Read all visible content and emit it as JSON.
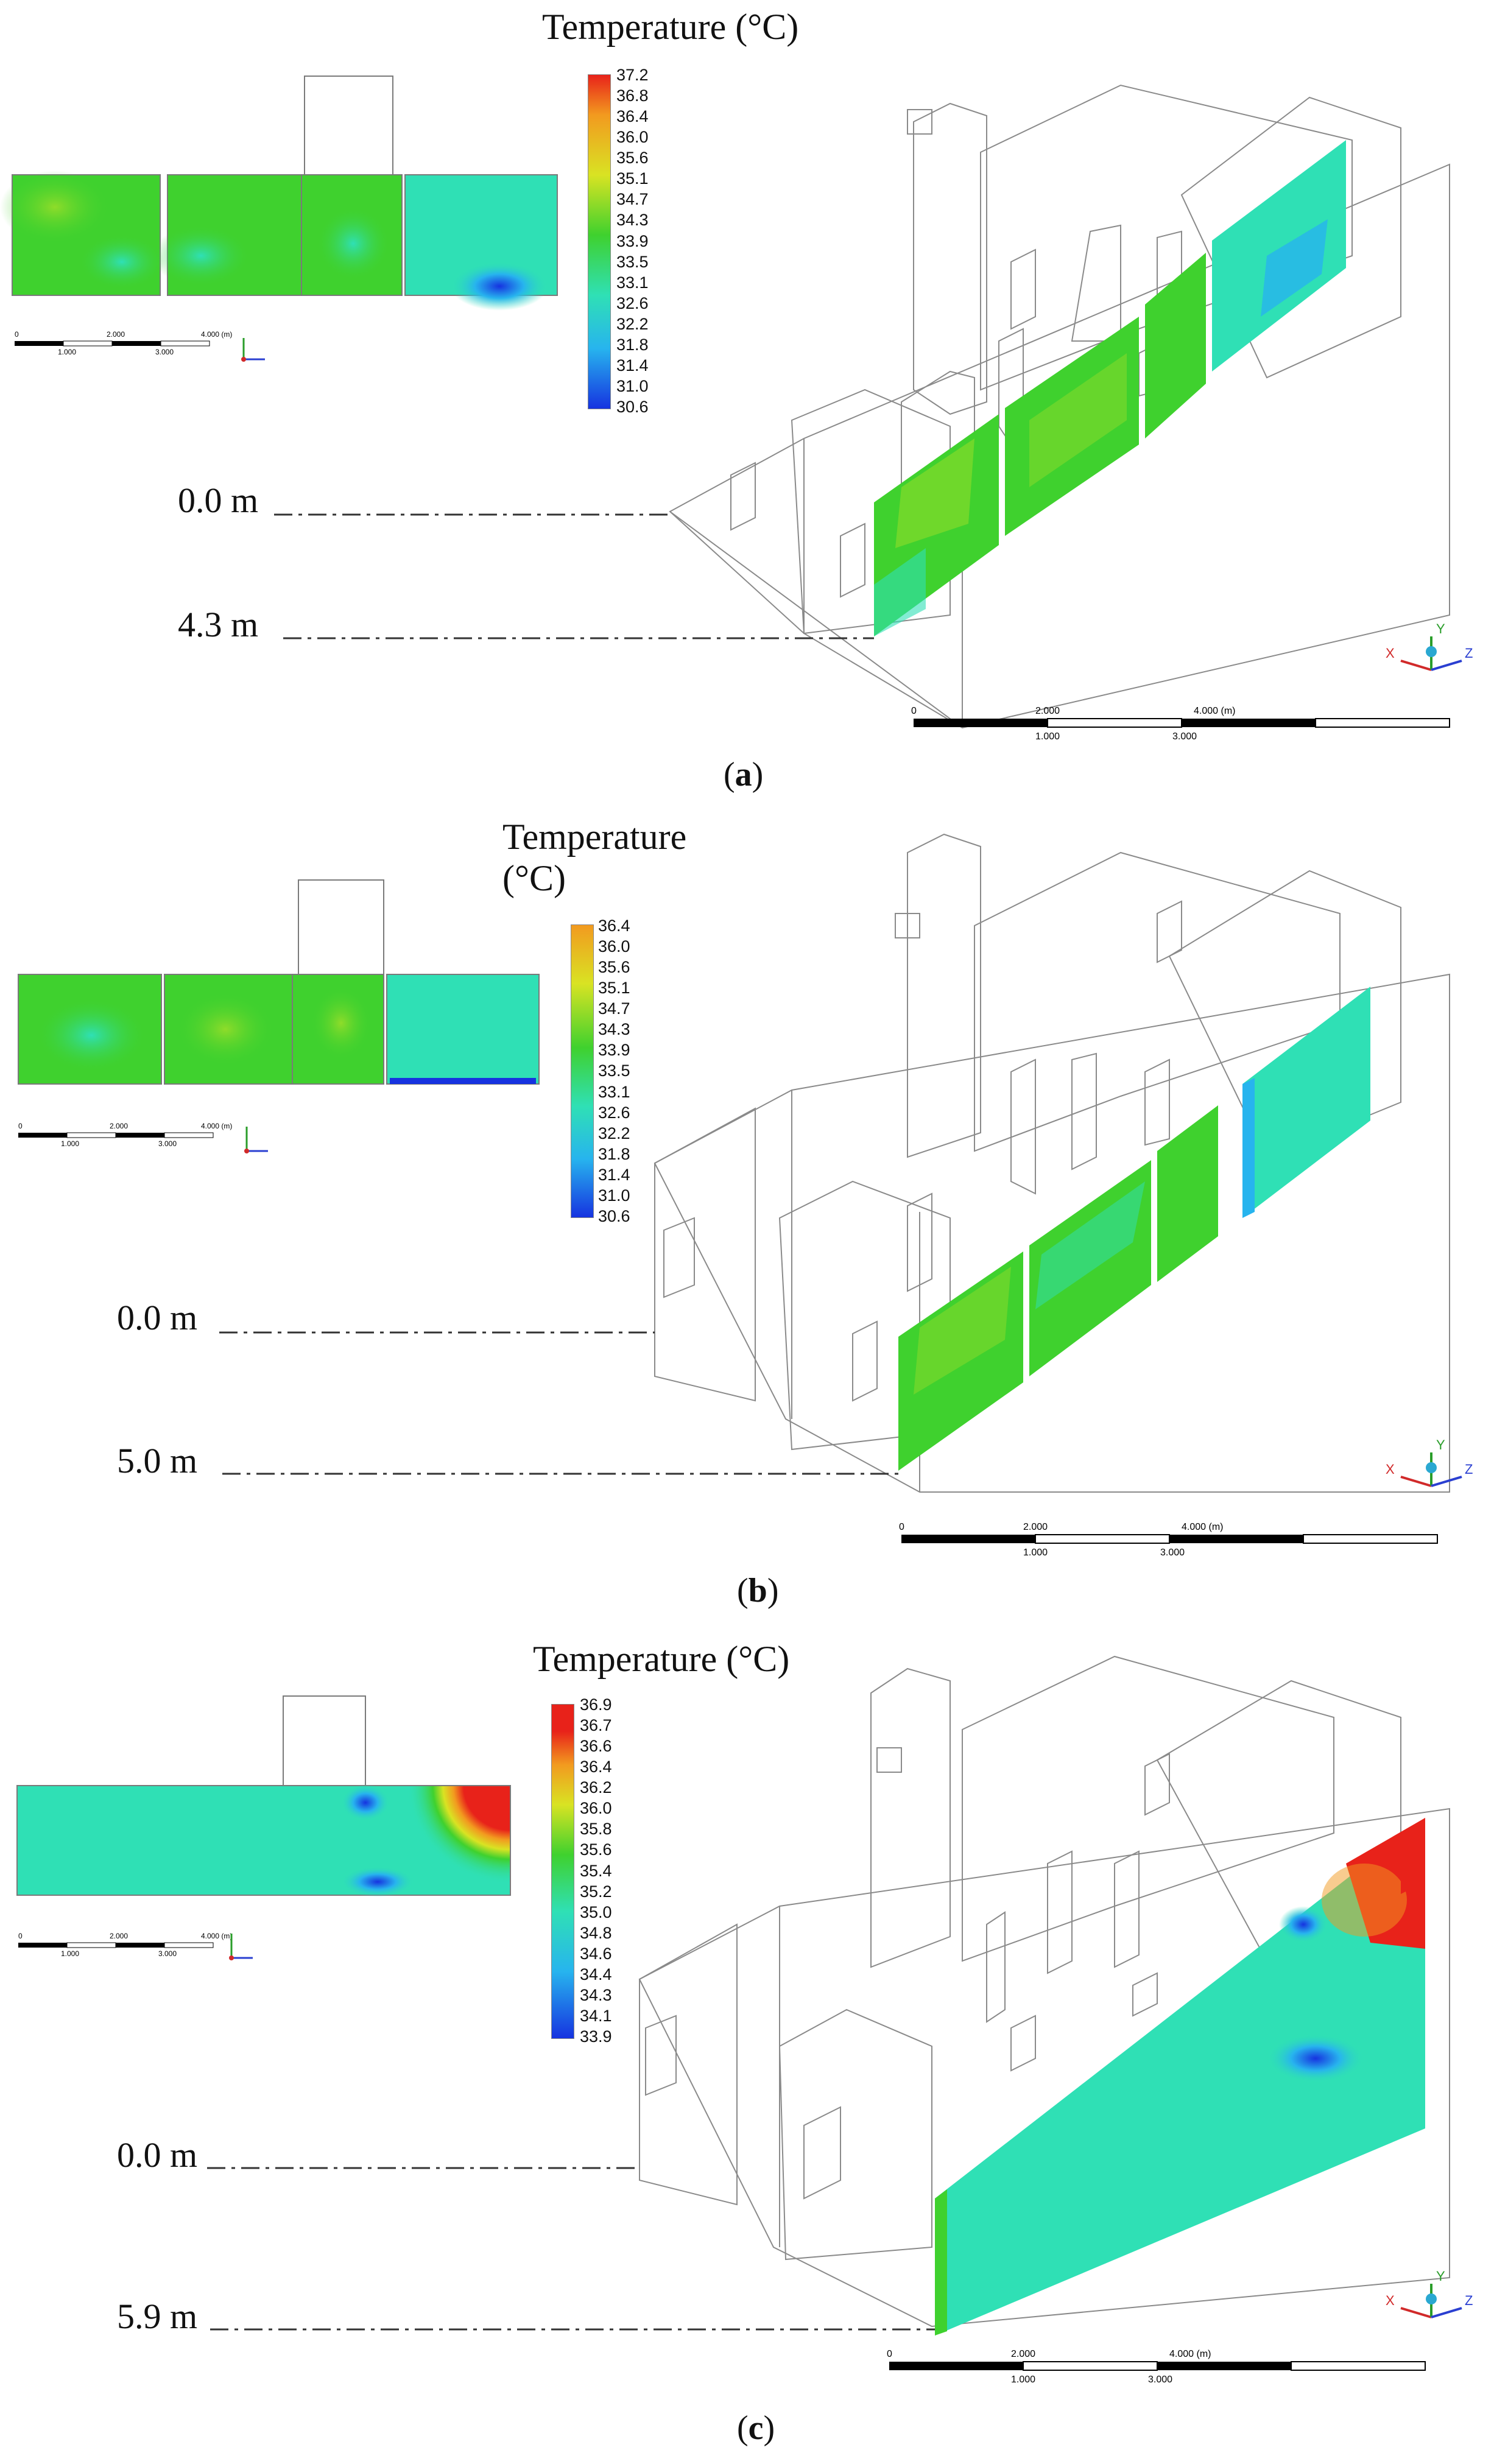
{
  "panels": [
    {
      "id": "a",
      "caption": "a",
      "legend_title": "Temperature (°C)",
      "legend_ticks": [
        "37.2",
        "36.8",
        "36.4",
        "36.0",
        "35.6",
        "35.1",
        "34.7",
        "34.3",
        "33.9",
        "33.5",
        "33.1",
        "32.6",
        "32.2",
        "31.8",
        "31.4",
        "31.0",
        "30.6"
      ],
      "dim_top": "0.0 m",
      "dim_bottom": "4.3 m",
      "scale_big": [
        "0",
        "2.000",
        "4.000 (m)"
      ],
      "scale_small": [
        "1.000",
        "3.000"
      ],
      "mini_scale": [
        "0",
        "2.000",
        "4.000 (m)",
        "1.000",
        "3.000"
      ]
    },
    {
      "id": "b",
      "caption": "b",
      "legend_title_line1": "Temperature",
      "legend_title_line2": "(°C)",
      "legend_ticks": [
        "36.4",
        "36.0",
        "35.6",
        "35.1",
        "34.7",
        "34.3",
        "33.9",
        "33.5",
        "33.1",
        "32.6",
        "32.2",
        "31.8",
        "31.4",
        "31.0",
        "30.6"
      ],
      "dim_top": "0.0 m",
      "dim_bottom": "5.0 m",
      "scale_big": [
        "0",
        "2.000",
        "4.000 (m)"
      ],
      "scale_small": [
        "1.000",
        "3.000"
      ],
      "mini_scale": [
        "0",
        "2.000",
        "4.000 (m)",
        "1.000",
        "3.000"
      ]
    },
    {
      "id": "c",
      "caption": "c",
      "legend_title": "Temperature (°C)",
      "legend_ticks": [
        "36.9",
        "36.7",
        "36.6",
        "36.4",
        "36.2",
        "36.0",
        "35.8",
        "35.6",
        "35.4",
        "35.2",
        "35.0",
        "34.8",
        "34.6",
        "34.4",
        "34.3",
        "34.1",
        "33.9"
      ],
      "dim_top": "0.0 m",
      "dim_bottom": "5.9 m",
      "scale_big": [
        "0",
        "2.000",
        "4.000 (m)"
      ],
      "scale_small": [
        "1.000",
        "3.000"
      ],
      "mini_scale": [
        "0",
        "2.000",
        "4.000 (m)",
        "1.000",
        "3.000"
      ]
    }
  ],
  "axis_labels": {
    "x": "X",
    "y": "Y",
    "z": "Z"
  },
  "colors": {
    "cfd_red": "#e8221a",
    "cfd_orange": "#f29a1f",
    "cfd_yellow": "#d9e323",
    "cfd_green": "#3fd12e",
    "cfd_cyan": "#2fe0b5",
    "cfd_lightblue": "#27b4ee",
    "cfd_blue": "#1633e0",
    "wire": "#7a7a7a"
  }
}
